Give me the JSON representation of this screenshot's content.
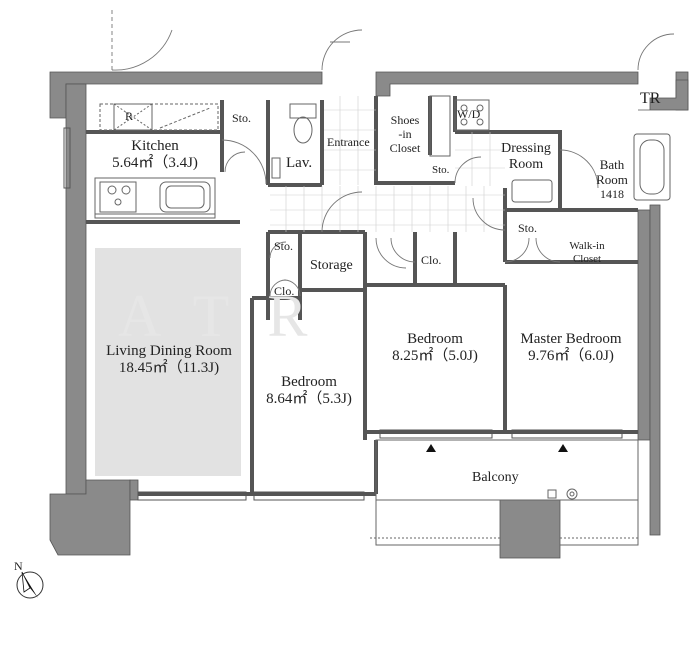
{
  "rooms": {
    "kitchen": {
      "name": "Kitchen",
      "area": "5.64㎡（3.4J)"
    },
    "ldk": {
      "name": "Living Dining Room",
      "area": "18.45㎡（11.3J)"
    },
    "bedroom_left": {
      "name": "Bedroom",
      "area": "8.64㎡（5.3J)"
    },
    "bedroom_center": {
      "name": "Bedroom",
      "area": "8.25㎡（5.0J)"
    },
    "master": {
      "name": "Master Bedroom",
      "area": "9.76㎡（6.0J)"
    },
    "entrance": {
      "name": "Entrance"
    },
    "lav": {
      "name": "Lav."
    },
    "storage": {
      "name": "Storage"
    },
    "shoes": {
      "line1": "Shoes",
      "line2": "-in",
      "line3": "Closet"
    },
    "dressing": {
      "line1": "Dressing",
      "line2": "Room"
    },
    "bath": {
      "line1": "Bath",
      "line2": "Room",
      "line3": "1418"
    },
    "walkin": {
      "line1": "Walk-in",
      "line2": "Closet"
    },
    "balcony": {
      "name": "Balcony"
    },
    "tr": {
      "name": "TR"
    },
    "sto_kitchen": "Sto.",
    "sto_hall": "Sto.",
    "sto_shoes": "Sto.",
    "sto_master": "Sto.",
    "clo_left": "Clo.",
    "clo_center": "Clo.",
    "wd": "W/D",
    "refrigerator": "R"
  },
  "watermark": "ATR",
  "compass": {
    "label": "N"
  }
}
